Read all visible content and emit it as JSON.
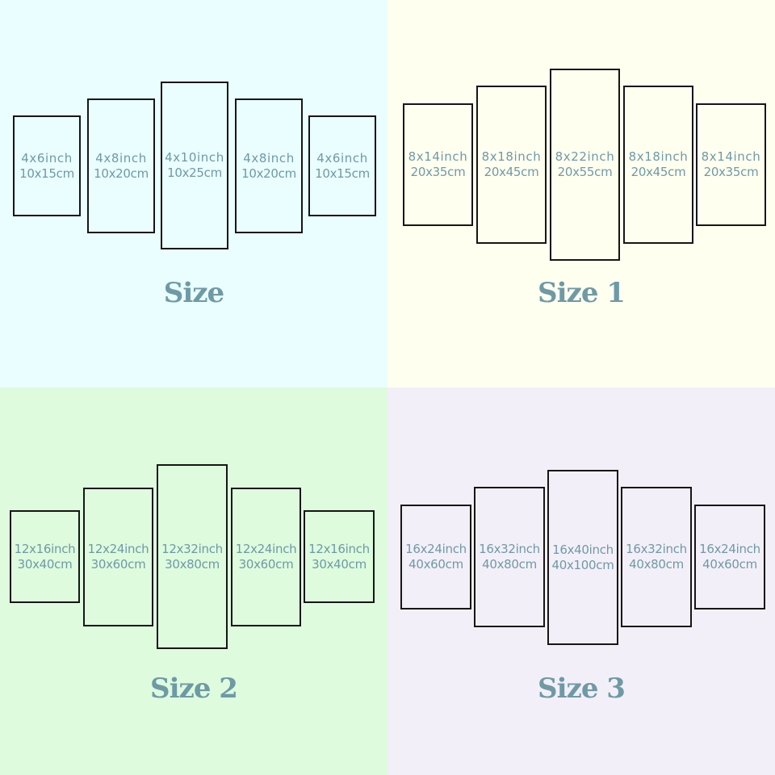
{
  "colors": {
    "quadrant_backgrounds": [
      "#eafdff",
      "#fffff0",
      "#defbde",
      "#f3eff8"
    ],
    "panel_border": "#161616",
    "text": "#6e9aa6"
  },
  "size_options": [
    {
      "title": "Size",
      "panels": [
        {
          "inch": "4x6inch",
          "cm": "10x15cm"
        },
        {
          "inch": "4x8inch",
          "cm": "10x20cm"
        },
        {
          "inch": "4x10inch",
          "cm": "10x25cm"
        },
        {
          "inch": "4x8inch",
          "cm": "10x20cm"
        },
        {
          "inch": "4x6inch",
          "cm": "10x15cm"
        }
      ]
    },
    {
      "title": "Size 1",
      "panels": [
        {
          "inch": "8x14inch",
          "cm": "20x35cm"
        },
        {
          "inch": "8x18inch",
          "cm": "20x45cm"
        },
        {
          "inch": "8x22inch",
          "cm": "20x55cm"
        },
        {
          "inch": "8x18inch",
          "cm": "20x45cm"
        },
        {
          "inch": "8x14inch",
          "cm": "20x35cm"
        }
      ]
    },
    {
      "title": "Size 2",
      "panels": [
        {
          "inch": "12x16inch",
          "cm": "30x40cm"
        },
        {
          "inch": "12x24inch",
          "cm": "30x60cm"
        },
        {
          "inch": "12x32inch",
          "cm": "30x80cm"
        },
        {
          "inch": "12x24inch",
          "cm": "30x60cm"
        },
        {
          "inch": "12x16inch",
          "cm": "30x40cm"
        }
      ]
    },
    {
      "title": "Size 3",
      "panels": [
        {
          "inch": "16x24inch",
          "cm": "40x60cm"
        },
        {
          "inch": "16x32inch",
          "cm": "40x80cm"
        },
        {
          "inch": "16x40inch",
          "cm": "40x100cm"
        },
        {
          "inch": "16x32inch",
          "cm": "40x80cm"
        },
        {
          "inch": "16x24inch",
          "cm": "40x60cm"
        }
      ]
    }
  ]
}
